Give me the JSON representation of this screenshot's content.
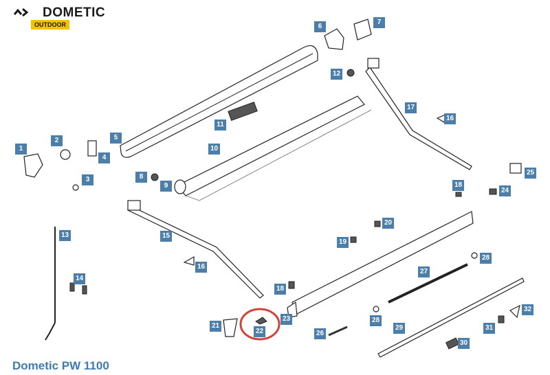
{
  "brand": {
    "name": "DOMETIC",
    "sub": "OUTDOOR",
    "accent": "#f4c300"
  },
  "title": "Dometic PW 1100",
  "highlight": {
    "part": "22",
    "color": "#d0433a"
  },
  "callout_color": "#4b7faa",
  "callouts": {
    "c1": "1",
    "c2": "2",
    "c3": "3",
    "c4": "4",
    "c5": "5",
    "c6": "6",
    "c7": "7",
    "c8": "8",
    "c9": "9",
    "c10": "10",
    "c11": "11",
    "c12": "12",
    "c13": "13",
    "c14": "14",
    "c15": "15",
    "c16a": "16",
    "c16b": "16",
    "c17": "17",
    "c18a": "18",
    "c18b": "18",
    "c19": "19",
    "c20": "20",
    "c21": "21",
    "c22": "22",
    "c23": "23",
    "c24": "24",
    "c25": "25",
    "c26": "26",
    "c27": "27",
    "c28a": "28",
    "c28b": "28",
    "c29": "29",
    "c30": "30",
    "c31": "31",
    "c32": "32"
  }
}
